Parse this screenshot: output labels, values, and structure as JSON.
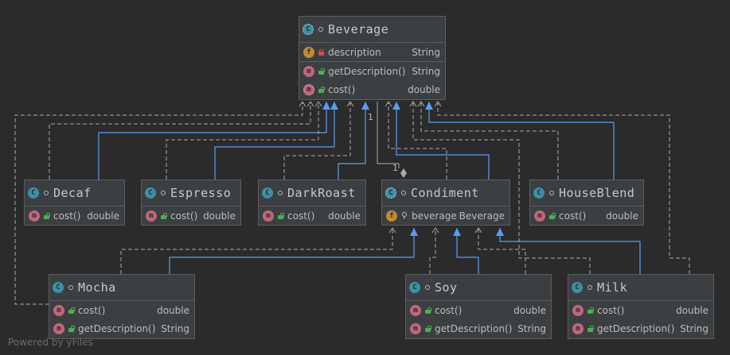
{
  "diagram": {
    "watermark": "Powered by yFiles",
    "multiplicity": [
      "1",
      "1"
    ],
    "classes": [
      {
        "id": "beverage",
        "name": "Beverage",
        "rows": [
          {
            "kind": "f",
            "vis": "private",
            "name": "description",
            "type": "String",
            "sep": false
          },
          {
            "kind": "m",
            "vis": "public",
            "name": "getDescription()",
            "type": "String",
            "sep": true
          },
          {
            "kind": "m",
            "vis": "public",
            "name": "cost()",
            "type": "double",
            "sep": false,
            "abstract": true
          }
        ]
      },
      {
        "id": "decaf",
        "name": "Decaf",
        "rows": [
          {
            "kind": "m",
            "vis": "public",
            "name": "cost()",
            "type": "double"
          }
        ]
      },
      {
        "id": "espresso",
        "name": "Espresso",
        "rows": [
          {
            "kind": "m",
            "vis": "public",
            "name": "cost()",
            "type": "double"
          }
        ]
      },
      {
        "id": "darkroast",
        "name": "DarkRoast",
        "rows": [
          {
            "kind": "m",
            "vis": "public",
            "name": "cost()",
            "type": "double"
          }
        ]
      },
      {
        "id": "condiment",
        "name": "Condiment",
        "abstract": true,
        "rows": [
          {
            "kind": "f",
            "vis": "package",
            "name": "beverage",
            "type": "Beverage"
          }
        ]
      },
      {
        "id": "houseblend",
        "name": "HouseBlend",
        "rows": [
          {
            "kind": "m",
            "vis": "public",
            "name": "cost()",
            "type": "double"
          }
        ]
      },
      {
        "id": "mocha",
        "name": "Mocha",
        "rows": [
          {
            "kind": "m",
            "vis": "public",
            "name": "cost()",
            "type": "double"
          },
          {
            "kind": "m",
            "vis": "public",
            "name": "getDescription()",
            "type": "String"
          }
        ]
      },
      {
        "id": "soy",
        "name": "Soy",
        "rows": [
          {
            "kind": "m",
            "vis": "public",
            "name": "cost()",
            "type": "double"
          },
          {
            "kind": "m",
            "vis": "public",
            "name": "getDescription()",
            "type": "String"
          }
        ]
      },
      {
        "id": "milk",
        "name": "Milk",
        "rows": [
          {
            "kind": "m",
            "vis": "public",
            "name": "cost()",
            "type": "double"
          },
          {
            "kind": "m",
            "vis": "public",
            "name": "getDescription()",
            "type": "String"
          }
        ]
      }
    ]
  },
  "colors": {
    "background": "#2b2b2b",
    "node_fill": "#3c3f41",
    "inheritance_edge": "#589df6",
    "dependency_edge": "#a9a9a9"
  }
}
